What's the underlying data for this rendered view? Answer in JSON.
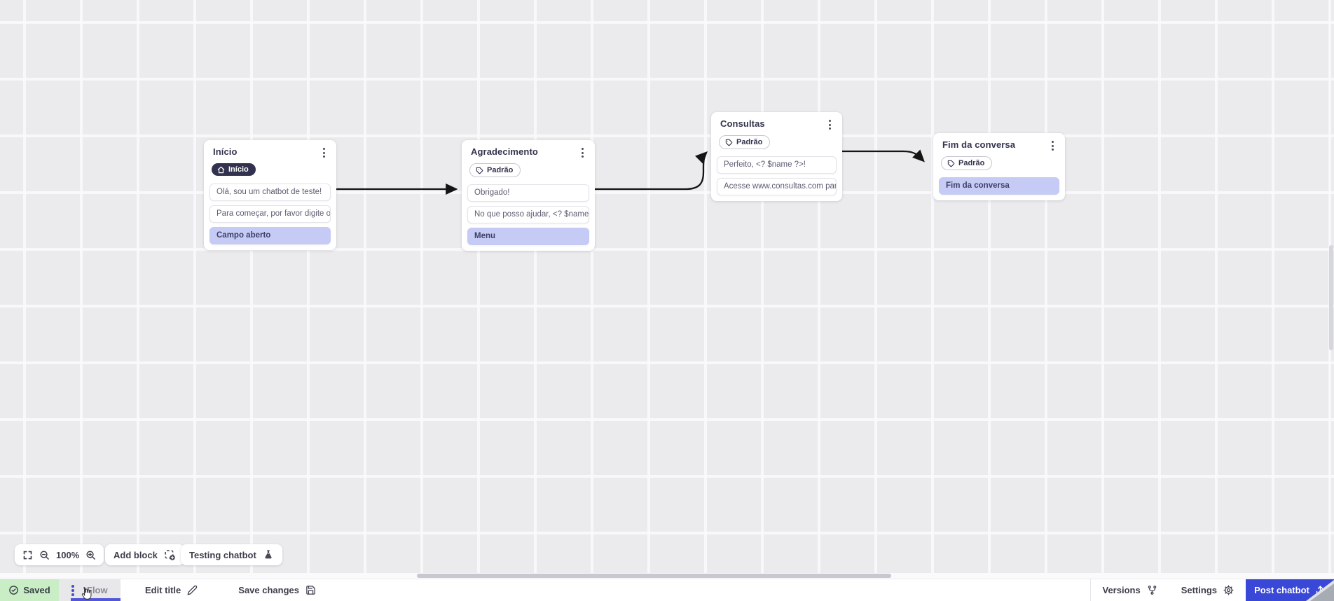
{
  "canvas": {
    "nodes": [
      {
        "title": "Início",
        "badge": {
          "label": "Início",
          "style": "dark",
          "icon": "home-icon"
        },
        "rows": [
          {
            "text": "Olá, sou um chatbot de teste!",
            "kind": "message"
          },
          {
            "text": "Para começar, por favor digite o ...",
            "kind": "message"
          },
          {
            "text": "Campo aberto",
            "kind": "action"
          }
        ]
      },
      {
        "title": "Agradecimento",
        "badge": {
          "label": "Padrão",
          "style": "outline",
          "icon": "tag-icon"
        },
        "rows": [
          {
            "text": "Obrigado!",
            "kind": "message"
          },
          {
            "text": "No que posso ajudar, <? $name ...",
            "kind": "message"
          },
          {
            "text": "Menu",
            "kind": "action"
          }
        ]
      },
      {
        "title": "Consultas",
        "badge": {
          "label": "Padrão",
          "style": "outline",
          "icon": "tag-icon"
        },
        "rows": [
          {
            "text": "Perfeito, <? $name ?>!",
            "kind": "message"
          },
          {
            "text": "Acesse www.consultas.com par...",
            "kind": "message"
          }
        ]
      },
      {
        "title": "Fim da conversa",
        "badge": {
          "label": "Padrão",
          "style": "outline",
          "icon": "tag-icon"
        },
        "rows": [
          {
            "text": "Fim da conversa",
            "kind": "action"
          }
        ]
      }
    ]
  },
  "toolbar": {
    "zoom_level": "100%",
    "add_block_label": "Add block",
    "testing_chatbot_label": "Testing chatbot",
    "icons": [
      "fullscreen-icon",
      "zoom-out-icon",
      "zoom-in-icon",
      "add-block-icon",
      "flask-icon"
    ]
  },
  "statusbar": {
    "saved_label": "Saved",
    "flow_tab_label": "Flow",
    "edit_title_label": "Edit title",
    "save_changes_label": "Save changes",
    "versions_label": "Versions",
    "settings_label": "Settings",
    "post_chatbot_label": "Post chatbot",
    "icons": [
      "check-circle-icon",
      "kebab-icon",
      "pencil-icon",
      "floppy-icon",
      "branch-icon",
      "gear-icon",
      "upload-icon"
    ]
  },
  "colors": {
    "accent_blue": "#3a48d8",
    "lavender_action": "#c5cbf4",
    "saved_green": "#c9eec6",
    "dark_badge": "#32324e",
    "canvas_bg": "#ebebed",
    "edge_black": "#141414"
  }
}
